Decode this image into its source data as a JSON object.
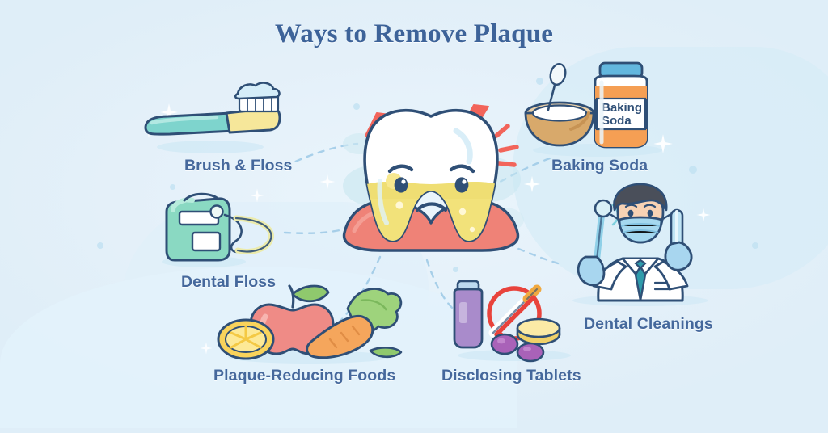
{
  "page": {
    "title": "Ways to Remove Plaque",
    "background_color": "#e8f3fa",
    "title_color": "#3d6399",
    "label_color": "#45689c",
    "accent_color": "#7ac6e0"
  },
  "center": {
    "name": "sad-plaque-tooth",
    "description": "Cartoon tooth with sad face, white crown, yellow plaque on lower half, pink gums and red pain lightning bolts",
    "tooth_white": "#ffffff",
    "plaque_yellow": "#f2e27a",
    "gum_pink": "#ef8277",
    "outline_navy": "#2f4f76",
    "pain_red": "#f2645a"
  },
  "items": [
    {
      "id": "brush-and-floss",
      "label": "Brush & Floss",
      "icon": "toothbrush-icon",
      "colors": {
        "handle": "#7ed4cd",
        "head": "#f6e79a",
        "bristles": "#ffffff",
        "paste": "#bfe3f4"
      }
    },
    {
      "id": "dental-floss",
      "label": "Dental Floss",
      "icon": "floss-container-icon",
      "colors": {
        "box": "#8ad9c2",
        "label": "#ffffff",
        "thread": "#ecebab"
      }
    },
    {
      "id": "plaque-reducing-foods",
      "label": "Plaque-Reducing Foods",
      "icon": "fruits-and-vegetables-icon",
      "colors": {
        "apple": "#ef8b86",
        "lemon": "#f9d35b",
        "carrot": "#f5a65c",
        "greens": "#8fc96d"
      }
    },
    {
      "id": "disclosing-tablets",
      "label": "Disclosing Tablets",
      "icon": "disclosing-tablets-icon",
      "colors": {
        "bottle": "#a98bcb",
        "tablet_purple": "#a962b8",
        "tablet_yellow": "#f6dd83",
        "prohibition_red": "#e8433c"
      }
    },
    {
      "id": "baking-soda",
      "label": "Baking Soda",
      "icon": "baking-soda-jar-icon",
      "jar_text_line1": "Baking",
      "jar_text_line2": "Soda",
      "colors": {
        "jar": "#f59f54",
        "cap": "#63b7de",
        "bowl": "#d8a96b",
        "powder": "#ffffff"
      }
    },
    {
      "id": "dental-cleanings",
      "label": "Dental Cleanings",
      "icon": "dentist-icon",
      "colors": {
        "coat": "#ffffff",
        "mask": "#a5d8ef",
        "gloves": "#a8d6ef",
        "tie": "#2e9bab",
        "hair": "#4a4f5a"
      }
    }
  ],
  "connectors": {
    "style": "dashed-curve",
    "color": "#9cc9e6",
    "count": 6
  }
}
